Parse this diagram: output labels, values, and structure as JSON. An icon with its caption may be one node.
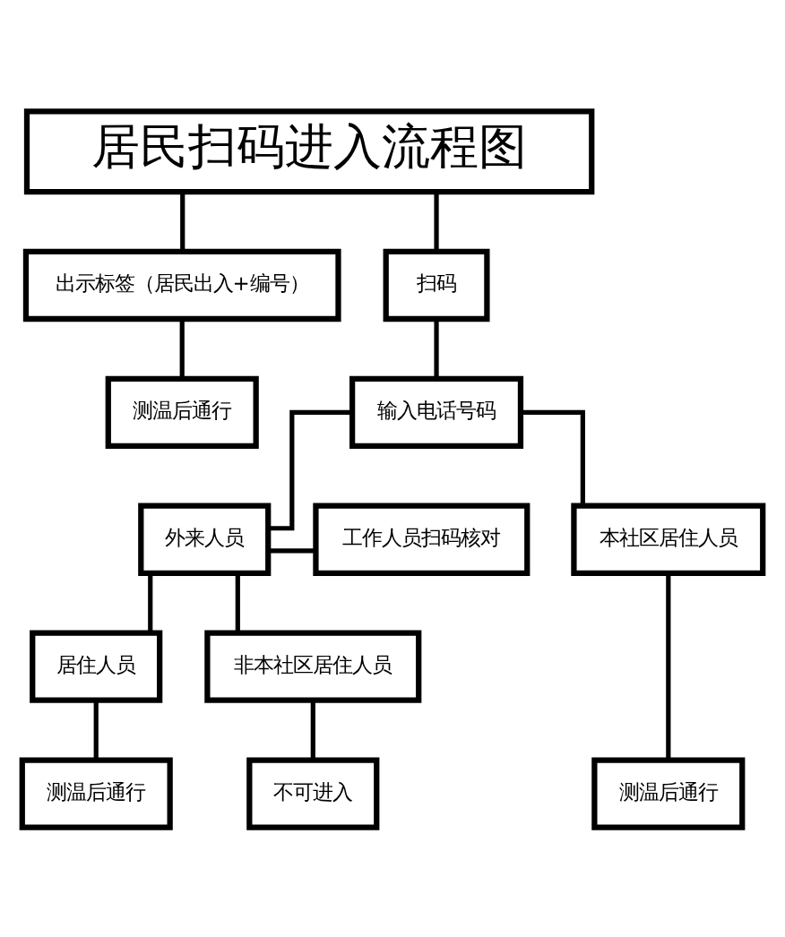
{
  "diagram": {
    "nodes": [
      {
        "text": [
          "居民扫码进入流程图"
        ]
      },
      {
        "text": [
          "出示标签（居民出入+编号）"
        ]
      },
      {
        "text": [
          "扫码"
        ]
      },
      {
        "text": [
          "测温后通行"
        ]
      },
      {
        "text": [
          "输入电话号码"
        ]
      },
      {
        "text": [
          "工作人员扫码核对"
        ]
      },
      {
        "text": [
          "外来人员"
        ]
      },
      {
        "text": [
          "本社区居住人员"
        ]
      },
      {
        "text": [
          "居住人员"
        ]
      },
      {
        "text": [
          "非本社区居住人员"
        ]
      },
      {
        "text": [
          "测温后通行"
        ]
      },
      {
        "text": [
          "不可进入"
        ]
      },
      {
        "text": [
          "测温后通行"
        ]
      }
    ],
    "edges": [
      {
        "from": 0,
        "to": 1,
        "arrow": "none"
      },
      {
        "from": 0,
        "to": 2,
        "arrow": "none"
      },
      {
        "from": 1,
        "to": 3,
        "arrow": "none"
      },
      {
        "from": 2,
        "to": 4,
        "arrow": "none"
      },
      {
        "from": 4,
        "to": 6,
        "arrow": "none"
      },
      {
        "from": 4,
        "to": 7,
        "arrow": "none"
      },
      {
        "from": 6,
        "to": 5,
        "arrow": "none"
      },
      {
        "from": 6,
        "to": 8,
        "arrow": "none"
      },
      {
        "from": 6,
        "to": 9,
        "arrow": "none"
      },
      {
        "from": 7,
        "to": 12,
        "arrow": "none"
      },
      {
        "from": 8,
        "to": 10,
        "arrow": "none"
      },
      {
        "from": 9,
        "to": 11,
        "arrow": "none"
      }
    ]
  }
}
